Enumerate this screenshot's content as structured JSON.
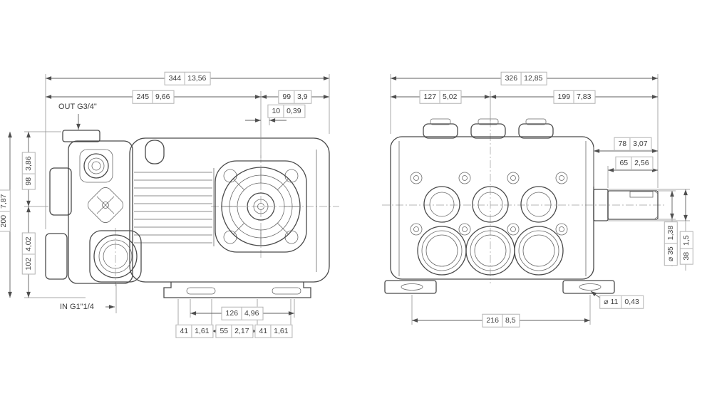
{
  "drawing": {
    "left_view": {
      "port_labels": {
        "out": "OUT G3/4\"",
        "in": "IN G1\"1/4"
      },
      "dims": {
        "overall_width": {
          "mm": "344",
          "in": "13,56"
        },
        "front_section": {
          "mm": "245",
          "in": "9,66"
        },
        "rear_section": {
          "mm": "99",
          "in": "3,9"
        },
        "shaft_offset": {
          "mm": "10",
          "in": "0,39"
        },
        "upper_height": {
          "mm": "98",
          "in": "3,86"
        },
        "lower_height": {
          "mm": "102",
          "in": "4,02"
        },
        "total_height": {
          "mm": "200",
          "in": "7,87"
        },
        "base_span": {
          "mm": "126",
          "in": "4,96"
        },
        "foot_left": {
          "mm": "41",
          "in": "1,61"
        },
        "foot_center": {
          "mm": "55",
          "in": "2,17"
        },
        "foot_right": {
          "mm": "41",
          "in": "1,61"
        }
      }
    },
    "right_view": {
      "dims": {
        "overall_width": {
          "mm": "326",
          "in": "12,85"
        },
        "left_section": {
          "mm": "127",
          "in": "5,02"
        },
        "right_section": {
          "mm": "199",
          "in": "7,83"
        },
        "shaft_length": {
          "mm": "78",
          "in": "3,07"
        },
        "shaft_end_length": {
          "mm": "65",
          "in": "2,56"
        },
        "shaft_diameter": {
          "mm": "⌀ 35",
          "in": "1,38"
        },
        "shaft_shoulder": {
          "mm": "38",
          "in": "1,5"
        },
        "mount_hole_diameter": {
          "mm": "⌀ 11",
          "in": "0,43"
        },
        "mount_hole_span": {
          "mm": "216",
          "in": "8,5"
        }
      }
    }
  }
}
